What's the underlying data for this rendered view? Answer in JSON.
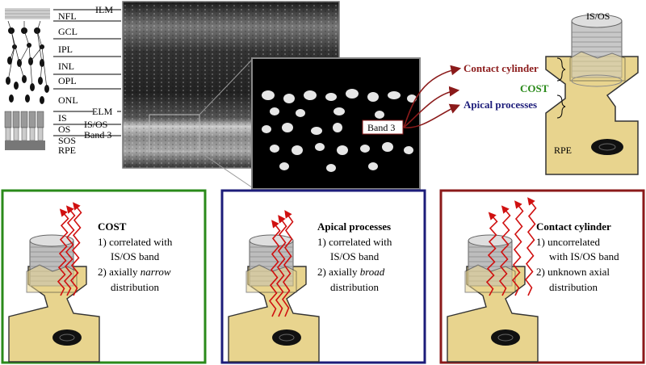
{
  "retina_layers": {
    "ilm": "ILM",
    "nfl": "NFL",
    "gcl": "GCL",
    "ipl": "IPL",
    "inl": "INL",
    "opl": "OPL",
    "onl": "ONL",
    "elm": "ELM",
    "is": "IS",
    "isos": "IS/OS",
    "os": "OS",
    "band3": "Band 3",
    "sos": "SOS",
    "rpe": "RPE"
  },
  "inset": {
    "band3_label": "Band 3"
  },
  "schematic": {
    "isos_label": "IS/OS",
    "rpe_label": "RPE",
    "contact_cylinder": "Contact cylinder",
    "cost": "COST",
    "apical_processes": "Apical processes"
  },
  "panels": [
    {
      "title": "COST",
      "line1": "1) correlated with",
      "line2": "IS/OS band",
      "line3_prefix": "2) axially ",
      "line3_emph": "narrow",
      "line4": "distribution",
      "color": "#2a8a1a"
    },
    {
      "title": "Apical processes",
      "line1": "1) correlated with",
      "line2": "IS/OS band",
      "line3_prefix": "2) axially ",
      "line3_emph": "broad",
      "line4": "distribution",
      "color": "#1c1c7a"
    },
    {
      "title": "Contact cylinder",
      "line1": "1) uncorrelated",
      "line2": "with IS/OS band",
      "line3_prefix": "2) unknown axial",
      "line3_emph": "",
      "line4": "distribution",
      "color": "#8b1a1a"
    }
  ],
  "colors": {
    "cell_fill": "#e8d48e",
    "cell_stroke": "#333333",
    "cylinder": "#bdbdbd",
    "wave": "#d01010",
    "arrow": "#8b1a1a"
  }
}
